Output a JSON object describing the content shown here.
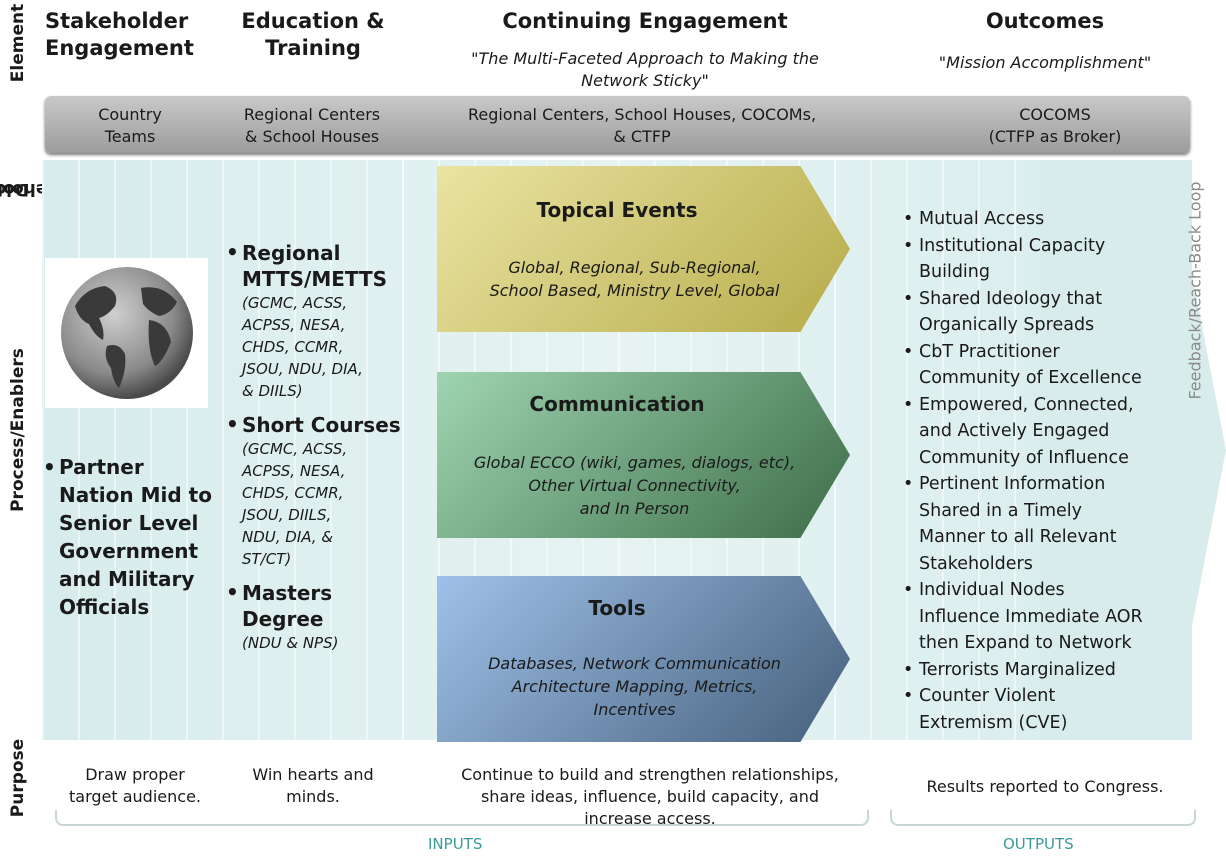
{
  "row_labels": {
    "element": "Element",
    "dod_stakeholders_line1": "DoD",
    "dod_stakeholders_line2": "Stakeholders",
    "process_enablers": "Process/Enablers",
    "purpose": "Purpose"
  },
  "columns": {
    "stakeholder": {
      "title_line1": "Stakeholder",
      "title_line2": "Engagement",
      "dod_line1": "Country",
      "dod_line2": "Teams",
      "bullet": [
        "Partner",
        "Nation Mid to",
        "Senior Level",
        "Government",
        "and Military",
        "Officials"
      ],
      "purpose_line1": "Draw proper",
      "purpose_line2": "target audience."
    },
    "education": {
      "title_line1": "Education &",
      "title_line2": "Training",
      "dod_line1": "Regional Centers",
      "dod_line2": "& School Houses",
      "items": [
        {
          "title_lines": [
            "Regional",
            "MTTS/METTS"
          ],
          "detail_lines": [
            "(GCMC, ACSS,",
            "ACPSS, NESA,",
            "CHDS, CCMR,",
            "JSOU, NDU, DIA,",
            "& DIILS)"
          ]
        },
        {
          "title_lines": [
            "Short Courses"
          ],
          "detail_lines": [
            "(GCMC, ACSS,",
            "ACPSS, NESA,",
            "CHDS, CCMR,",
            "JSOU, DIILS,",
            "NDU, DIA, &",
            "ST/CT)"
          ]
        },
        {
          "title_lines": [
            "Masters",
            "Degree"
          ],
          "detail_lines": [
            "(NDU & NPS)"
          ]
        }
      ],
      "purpose_line1": "Win hearts and",
      "purpose_line2": "minds."
    },
    "continuing": {
      "title": "Continuing Engagement",
      "subtitle_line1": "\"The Multi-Faceted Approach to Making the",
      "subtitle_line2": "Network Sticky\"",
      "dod_line1": "Regional Centers, School Houses, COCOMs,",
      "dod_line2": "& CTFP",
      "arrows": [
        {
          "title": "Topical Events",
          "lines": [
            "Global, Regional, Sub-Regional,",
            "School Based, Ministry Level, Global"
          ],
          "color_from": "#eae4a2",
          "color_to": "#b6ab4a"
        },
        {
          "title": "Communication",
          "lines": [
            "Global ECCO (wiki, games, dialogs, etc),",
            "Other Virtual Connectivity,",
            "and In Person"
          ],
          "color_from": "#9fd4b2",
          "color_to": "#3d6d48"
        },
        {
          "title": "Tools",
          "lines": [
            "Databases, Network Communication",
            "Architecture Mapping, Metrics,",
            "Incentives"
          ],
          "color_from": "#9fc1e9",
          "color_to": "#46607c"
        }
      ],
      "purpose_line1": "Continue to build and strengthen relationships,",
      "purpose_line2": "share ideas, influence, build capacity, and",
      "purpose_line3": "increase access."
    },
    "outcomes": {
      "title": "Outcomes",
      "subtitle": "\"Mission Accomplishment\"",
      "dod_line1": "COCOMS",
      "dod_line2": "(CTFP as Broker)",
      "bullets": [
        [
          "Mutual Access"
        ],
        [
          "Institutional Capacity",
          "Building"
        ],
        [
          "Shared Ideology that",
          "Organically Spreads"
        ],
        [
          "CbT Practitioner",
          "Community of Excellence"
        ],
        [
          "Empowered, Connected,",
          "and Actively Engaged",
          "Community of Influence"
        ],
        [
          "Pertinent Information",
          "Shared in a Timely",
          "Manner to all Relevant",
          "Stakeholders"
        ],
        [
          "Individual Nodes",
          "Influence Immediate AOR",
          "then Expand to Network"
        ],
        [
          "Terrorists Marginalized"
        ],
        [
          "Counter Violent",
          "Extremism (CVE)"
        ]
      ],
      "purpose": "Results reported to Congress."
    }
  },
  "feedback_label": "Feedback/Reach-Back Loop",
  "inputs_label": "INPUTS",
  "outputs_label": "OUTPUTS"
}
